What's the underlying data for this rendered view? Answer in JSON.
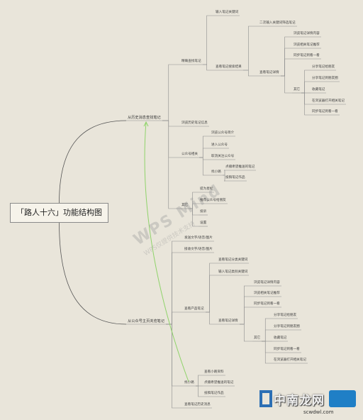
{
  "root": "「路人十六」功能结构图",
  "watermark": {
    "main": "WPS Mind",
    "sub": "WPS仅提供技术支持"
  },
  "logo": {
    "text": "中南龙网",
    "url": "scwdwl.com"
  },
  "colors": {
    "line": "#8d8d8d",
    "guide": "#8fd36a"
  },
  "nodes": {
    "b1": "从历史消息查找笔记",
    "b1_1": "精确查找笔记",
    "b1_1_1": "输入笔记关键词",
    "b1_1_2": "查看笔记搜索结果",
    "b1_1_2_1": "二次输入关键词筛选笔记",
    "b1_1_2_2": "查看笔记详情",
    "b1_1_2_2_1": "浏览笔记详情内容",
    "b1_1_2_2_2": "浏览相关笔记推荐",
    "b1_1_2_2_3": "同步笔记到看一看",
    "b1_1_2_2_4": "其它",
    "b1_1_2_2_4_1": "分享笔记给朋友",
    "b1_1_2_2_4_2": "分享笔记到朋友圈",
    "b1_1_2_2_4_3": "收藏笔记",
    "b1_1_2_2_4_4": "在浏览器打开相关笔记",
    "b1_1_2_2_4_5": "同步笔记到看一看",
    "b1_2": "浏览历史笔记信息",
    "b1_3": "公众号相关",
    "b1_3_1": "浏览公众号简介",
    "b1_3_2": "进入公众号",
    "b1_3_3": "取消关注公众号",
    "b1_3_4": "找小路",
    "b1_3_4_1": "点播希望推送的笔记",
    "b1_3_4_2": "投稿笔记作品",
    "b1_4": "其它",
    "b1_4_1": "提为星标",
    "b1_4_2": "推荐公众号给朋友",
    "b1_4_3": "投诉",
    "b1_4_4": "设置",
    "b2": "从公众号主页浏览笔记",
    "b2_1": "发送文字/语音/图片",
    "b2_2": "接收文字/语音/图片",
    "b2_3": "查看产品笔记",
    "b2_3_1": "查看笔记分类关键词",
    "b2_3_2": "输入笔记类别关键词",
    "b2_3_3": "查看笔记详情",
    "b2_3_3_1": "浏览笔记详情内容",
    "b2_3_3_2": "浏览相关笔记推荐",
    "b2_3_3_3": "同步笔记到看一看",
    "b2_3_3_4": "其它",
    "b2_3_3_4_1": "分享笔记给朋友",
    "b2_3_3_4_2": "分享笔记到朋友圈",
    "b2_3_3_4_3": "收藏笔记",
    "b2_3_3_4_4": "同步笔记到看一看",
    "b2_3_3_4_5": "在浏览器打开相关笔记",
    "b2_4": "找小路",
    "b2_4_1": "查看小路资料",
    "b2_4_2": "点播希望推送的笔记",
    "b2_4_3": "投稿笔记作品",
    "b2_5": "查看笔记历史消息"
  }
}
